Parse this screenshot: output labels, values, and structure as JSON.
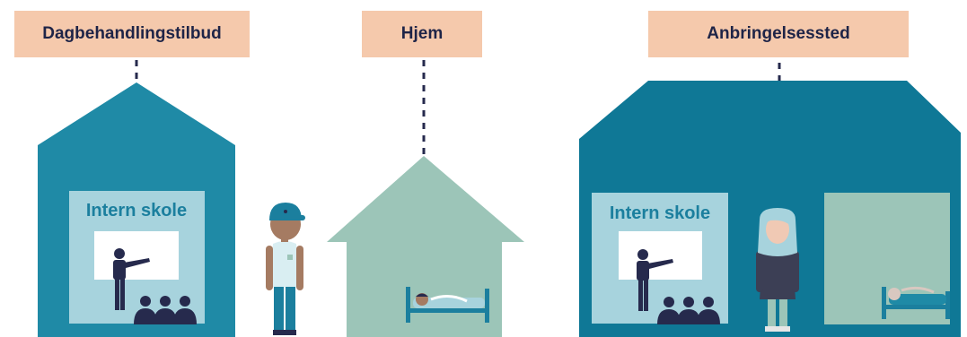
{
  "places": {
    "day_treatment": {
      "label": "Dagbehandlingstilbud",
      "school_label": "Intern skole"
    },
    "home": {
      "label": "Hjem"
    },
    "placement": {
      "label": "Anbringelsessted",
      "school_label": "Intern skole"
    }
  },
  "colors": {
    "label_bg": "#f5c9ac",
    "text_dark": "#1e2447",
    "house_day": "#1f8aa6",
    "house_home": "#9cc5b8",
    "house_placement": "#0f7896",
    "school_panel": "#a7d3dd",
    "school_title": "#1b7f9e",
    "figure_dark": "#262a4d"
  }
}
